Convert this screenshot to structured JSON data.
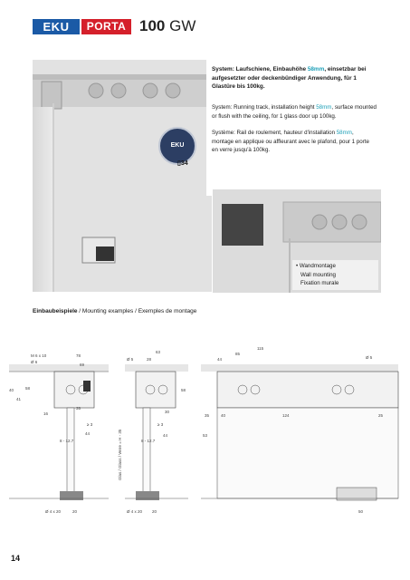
{
  "header": {
    "brand_eku": "EKU",
    "brand_porta": "PORTA",
    "model_number": "100",
    "model_suffix": "GW"
  },
  "system_text": {
    "de_prefix": "System: Laufschiene, Einbauhöhe ",
    "de_height": "58mm",
    "de_suffix": ", einsetzbar bei aufgesetzter oder deckenbündiger Anwendung, für 1 Glastüre bis 100kg.",
    "en_prefix": "System: Running track, installation height ",
    "en_height": "58mm",
    "en_suffix": ", surface mounted or flush with the ceiling, for 1 glass door up 100kg.",
    "fr_prefix": "Système: Rail de roulement, hauteur d'installation ",
    "fr_height": "58mm",
    "fr_suffix": ", montage en applique ou affleurant avec le plafond, pour 1 porte en verre jusqu'à 100kg."
  },
  "badge": {
    "label": "EKU",
    "cert_mark": "34"
  },
  "wall_note": {
    "de": "• Wandmontage",
    "en": "Wall mounting",
    "fr": "Fixation murale"
  },
  "examples_title": {
    "de": "Einbaubeispiele",
    "rest": " / Mounting examples / Exemples de montage"
  },
  "drawing_labels": {
    "d1": [
      "M 6 x 10",
      "78",
      "Ø 6",
      "69",
      "40",
      "58",
      "41",
      "16",
      "35",
      "8 - 12.7",
      "44",
      "≥ 3",
      "Ø 4 x 20",
      "20"
    ],
    "d2": [
      "63",
      "Ø 5",
      "28",
      "58",
      "30",
      "≥ 3",
      "8 - 12.7",
      "44",
      "Glas / Glass / Verre = H - 35",
      "Ø 4 x 20",
      "20"
    ],
    "d3": [
      "115",
      "85",
      "44",
      "Ø 5",
      "40",
      "124",
      "53",
      "25",
      "50",
      "35"
    ]
  },
  "page_number": "14"
}
